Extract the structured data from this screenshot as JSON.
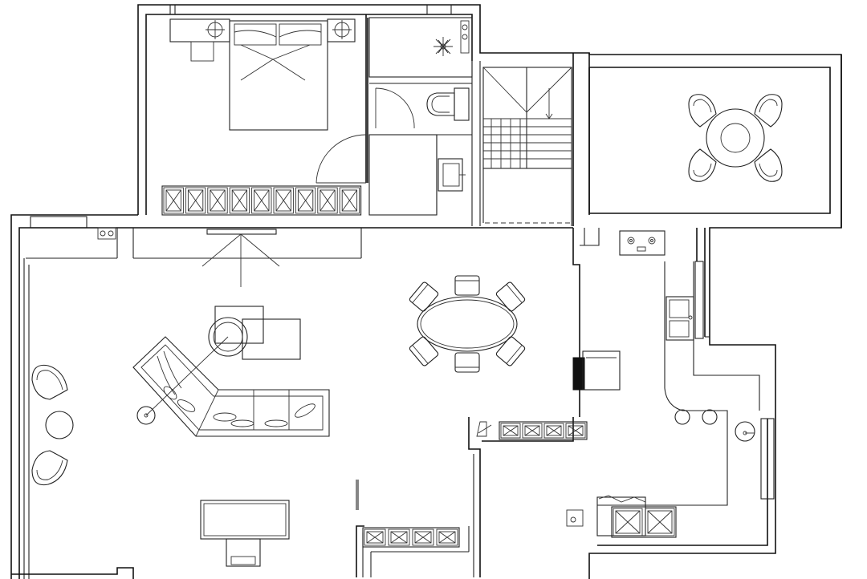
{
  "drawing": {
    "kind": "architectural floor plan",
    "line_color": "#111111",
    "background": "#ffffff",
    "text_labels": []
  },
  "rooms": [
    {
      "id": "bedroom",
      "furniture": [
        "double-bed",
        "nightstand",
        "nightstand",
        "desk-chair",
        "wardrobe"
      ]
    },
    {
      "id": "bathroom",
      "furniture": [
        "toilet",
        "washbasin",
        "shower"
      ]
    },
    {
      "id": "stairwell",
      "furniture": [
        "stairs"
      ]
    },
    {
      "id": "balcony",
      "furniture": [
        "round-table",
        "chair",
        "chair",
        "chair",
        "chair"
      ]
    },
    {
      "id": "living-room",
      "furniture": [
        "corner-sofa",
        "armchair",
        "side-table",
        "floor-lamp",
        "tv-unit",
        "lounge-chair",
        "lounge-chair",
        "round-side-table"
      ]
    },
    {
      "id": "dining-area",
      "furniture": [
        "oval-dining-table",
        "chair",
        "chair",
        "chair",
        "chair",
        "chair",
        "chair"
      ]
    },
    {
      "id": "kitchen",
      "furniture": [
        "cooktop",
        "double-sink",
        "refrigerator",
        "bar-stool",
        "bar-stool",
        "sink"
      ]
    },
    {
      "id": "study",
      "furniture": [
        "desk",
        "chair"
      ]
    }
  ],
  "cabinet_modules": {
    "bedroom_wardrobe": 9,
    "hall_cabinet": 4,
    "entry_cabinet": 4,
    "kitchen_lower": 2
  }
}
